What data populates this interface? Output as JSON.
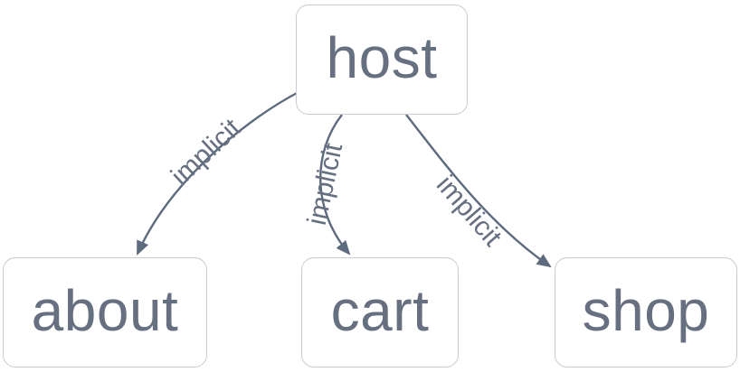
{
  "diagram": {
    "type": "flowchart",
    "direction": "top-down",
    "nodes": [
      {
        "id": "host",
        "label": "host"
      },
      {
        "id": "about",
        "label": "about"
      },
      {
        "id": "cart",
        "label": "cart"
      },
      {
        "id": "shop",
        "label": "shop"
      }
    ],
    "edges": [
      {
        "from": "host",
        "to": "about",
        "label": "implicit",
        "arrow": "filled-arrowhead"
      },
      {
        "from": "host",
        "to": "cart",
        "label": "implicit",
        "arrow": "filled-arrowhead"
      },
      {
        "from": "host",
        "to": "shop",
        "label": "implicit",
        "arrow": "filled-arrowhead"
      }
    ],
    "colors": {
      "background": "#ffffff",
      "node_fill": "#ffffff",
      "node_border": "#c8cbcf",
      "node_text": "#667080",
      "edge_line": "#5e6a7d",
      "edge_label_text": "#667080"
    }
  }
}
